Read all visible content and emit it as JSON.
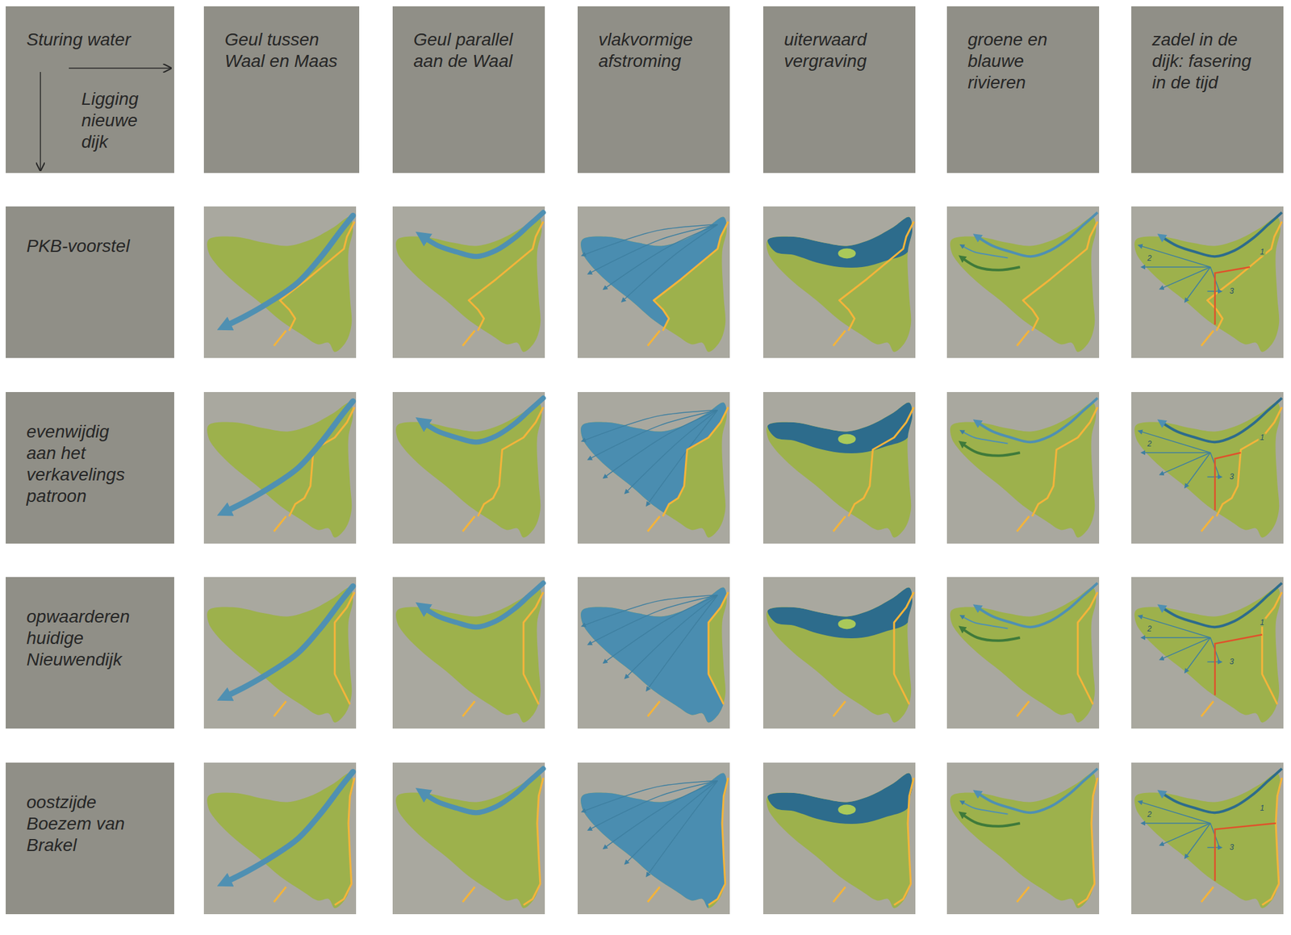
{
  "diagram": {
    "nodes": [
      {
        "text": [
          "Sturing water",
          "Ligging nieuwe dijk"
        ]
      },
      {
        "text": [
          "Geul tussen Waal en Maas"
        ]
      },
      {
        "text": [
          "Geul parallel aan de Waal"
        ]
      },
      {
        "text": [
          "vlakvormige afstroming"
        ]
      },
      {
        "text": [
          "uiterwaard vergraving"
        ]
      },
      {
        "text": [
          "groene en blauwe rivieren"
        ]
      },
      {
        "text": [
          "zadel in de dijk: fasering in de tijd"
        ]
      },
      {
        "text": [
          "PKB-voorstel"
        ]
      },
      {
        "text": [
          "evenwijdig aan het verkavelings patroon"
        ]
      },
      {
        "text": [
          "opwaarderen huidige Nieuwendijk"
        ]
      },
      {
        "text": [
          "oostzijde Boezem van Brakel"
        ]
      }
    ],
    "labels": [
      "2",
      "1",
      "3",
      "2",
      "1",
      "3",
      "2",
      "1",
      "3",
      "2",
      "1",
      "3"
    ]
  }
}
